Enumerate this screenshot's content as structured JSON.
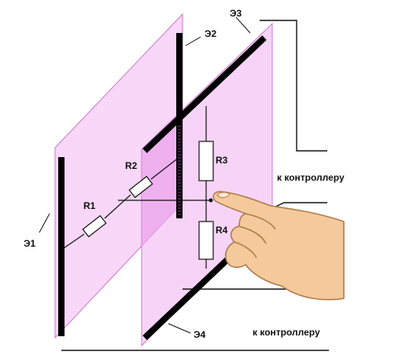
{
  "labels": {
    "e1": "Э1",
    "e2": "Э2",
    "e3": "Э3",
    "e4": "Э4",
    "r1": "R1",
    "r2": "R2",
    "r3": "R3",
    "r4": "R4",
    "controller_top": "к контроллеру",
    "controller_bottom": "к контроллеру"
  },
  "colors": {
    "panel_fill": "#f6c9f6",
    "panel_stroke": "#cc77cc",
    "electrode": "#000000",
    "wire": "#111111",
    "finger_skin": "#f4c99c"
  },
  "icons": {
    "touch": "pointing-finger-icon"
  }
}
